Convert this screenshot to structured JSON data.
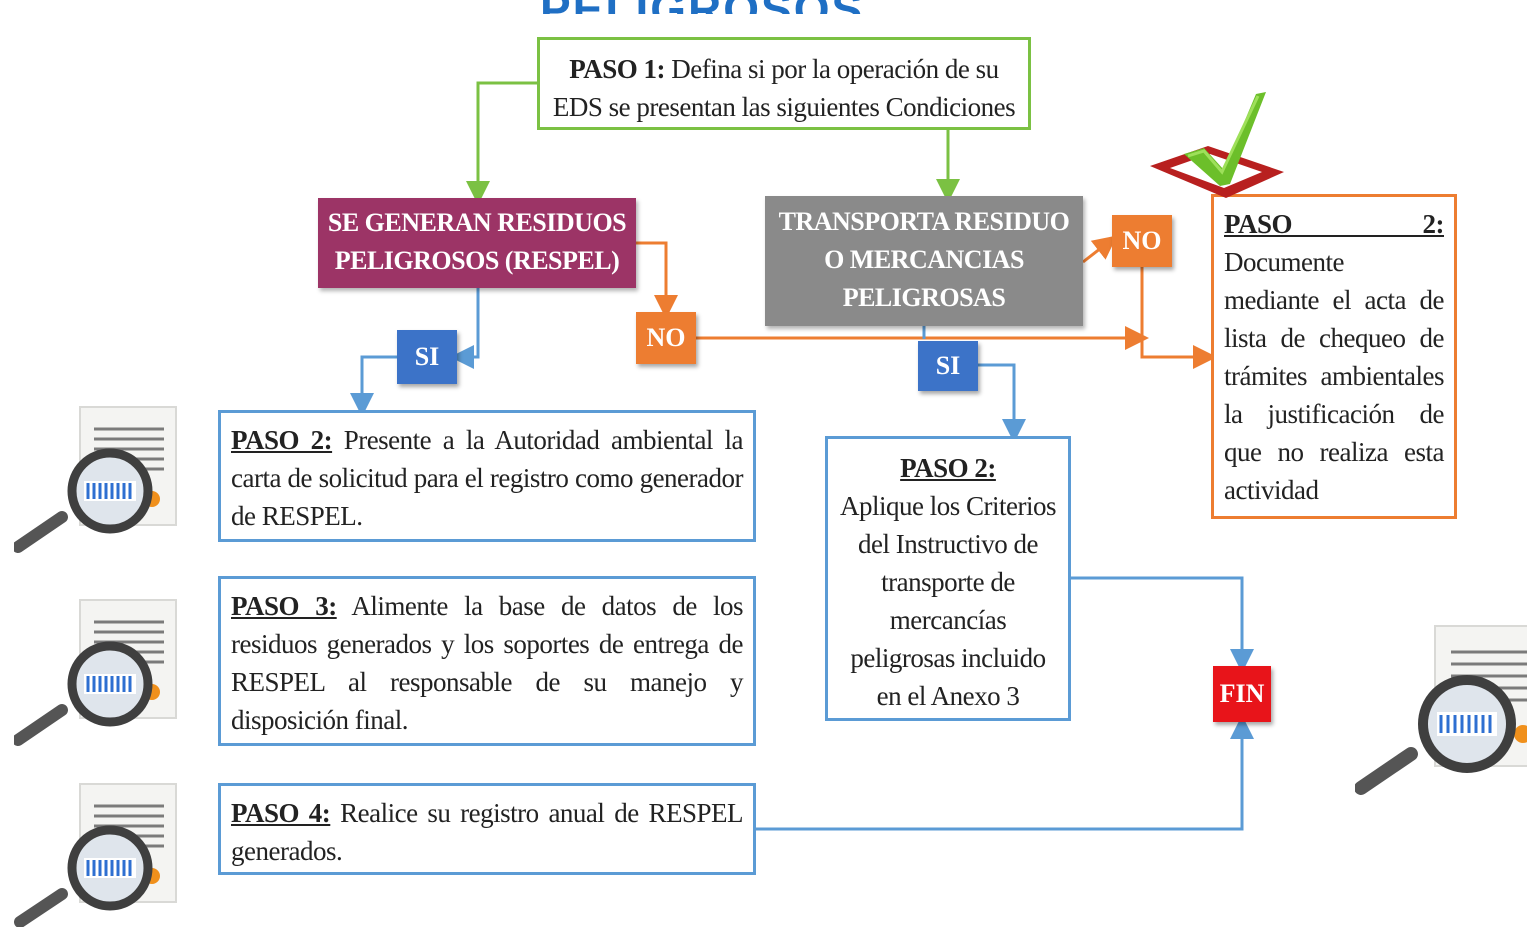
{
  "title_fragment": "PELIGROSOS",
  "paso1": {
    "label": "PASO 1:",
    "text": "Defina si por la operación de su EDS se presentan las siguientes Condiciones"
  },
  "respel": {
    "text": "SE GENERAN RESIDUOS PELIGROSOS (RESPEL)"
  },
  "transporta": {
    "text": "TRANSPORTA RESIDUO O MERCANCIAS PELIGROSAS"
  },
  "tags": {
    "si_left": "SI",
    "si_right": "SI",
    "no_center": "NO",
    "no_right": "NO",
    "fin": "FIN"
  },
  "paso2_respel": {
    "label": "PASO 2:",
    "text": "Presente a la Autoridad ambiental la carta de solicitud para el registro como generador de RESPEL."
  },
  "paso3": {
    "label": "PASO 3:",
    "text": "Alimente la base de datos de los residuos generados y los soportes de entrega de RESPEL al responsable de su manejo y disposición final."
  },
  "paso4": {
    "label": "PASO 4:",
    "text": "Realice su registro anual de RESPEL generados."
  },
  "paso2_transporte": {
    "label": "PASO 2:",
    "text": "Aplique los Criterios del Instructivo de transporte de mercancías peligrosas incluido en el Anexo 3"
  },
  "paso2_documente": {
    "label": "PASO 2:",
    "text": "Documente mediante el acta de lista de chequeo de trámites ambientales la justificación de que no realiza esta actividad"
  },
  "colors": {
    "green": "#7bc143",
    "blue": "#5b9bd5",
    "orange": "#ed7d31",
    "magenta": "#9c3466",
    "gray": "#8a8a8a",
    "red": "#e8141a"
  },
  "icons": [
    "document-magnifier-icon",
    "checkmark-icon"
  ]
}
